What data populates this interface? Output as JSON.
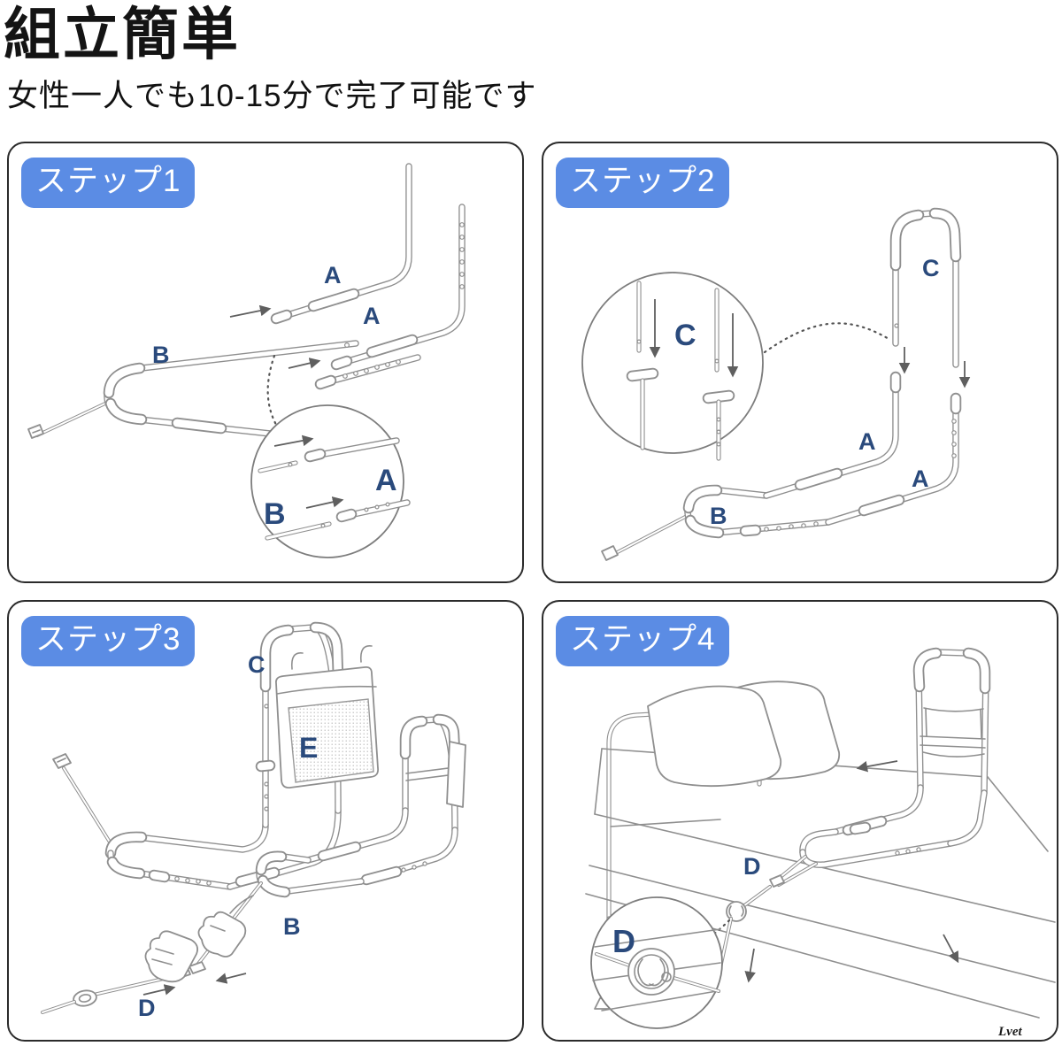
{
  "header": {
    "title": "組立簡単",
    "subtitle": "女性一人でも10-15分で完了可能です"
  },
  "panels": [
    {
      "step_label": "ステップ1"
    },
    {
      "step_label": "ステップ2"
    },
    {
      "step_label": "ステップ3"
    },
    {
      "step_label": "ステップ4"
    }
  ],
  "part_labels": {
    "a": "A",
    "b": "B",
    "c": "C",
    "d": "D",
    "e": "E"
  },
  "watermark": "Lvet",
  "colors": {
    "badge_blue": "#5b8ce4",
    "part_label_navy": "#2a4a7c",
    "line_gray": "#8f8f8f",
    "text_black": "#141414",
    "panel_border": "#2b2b2b"
  }
}
